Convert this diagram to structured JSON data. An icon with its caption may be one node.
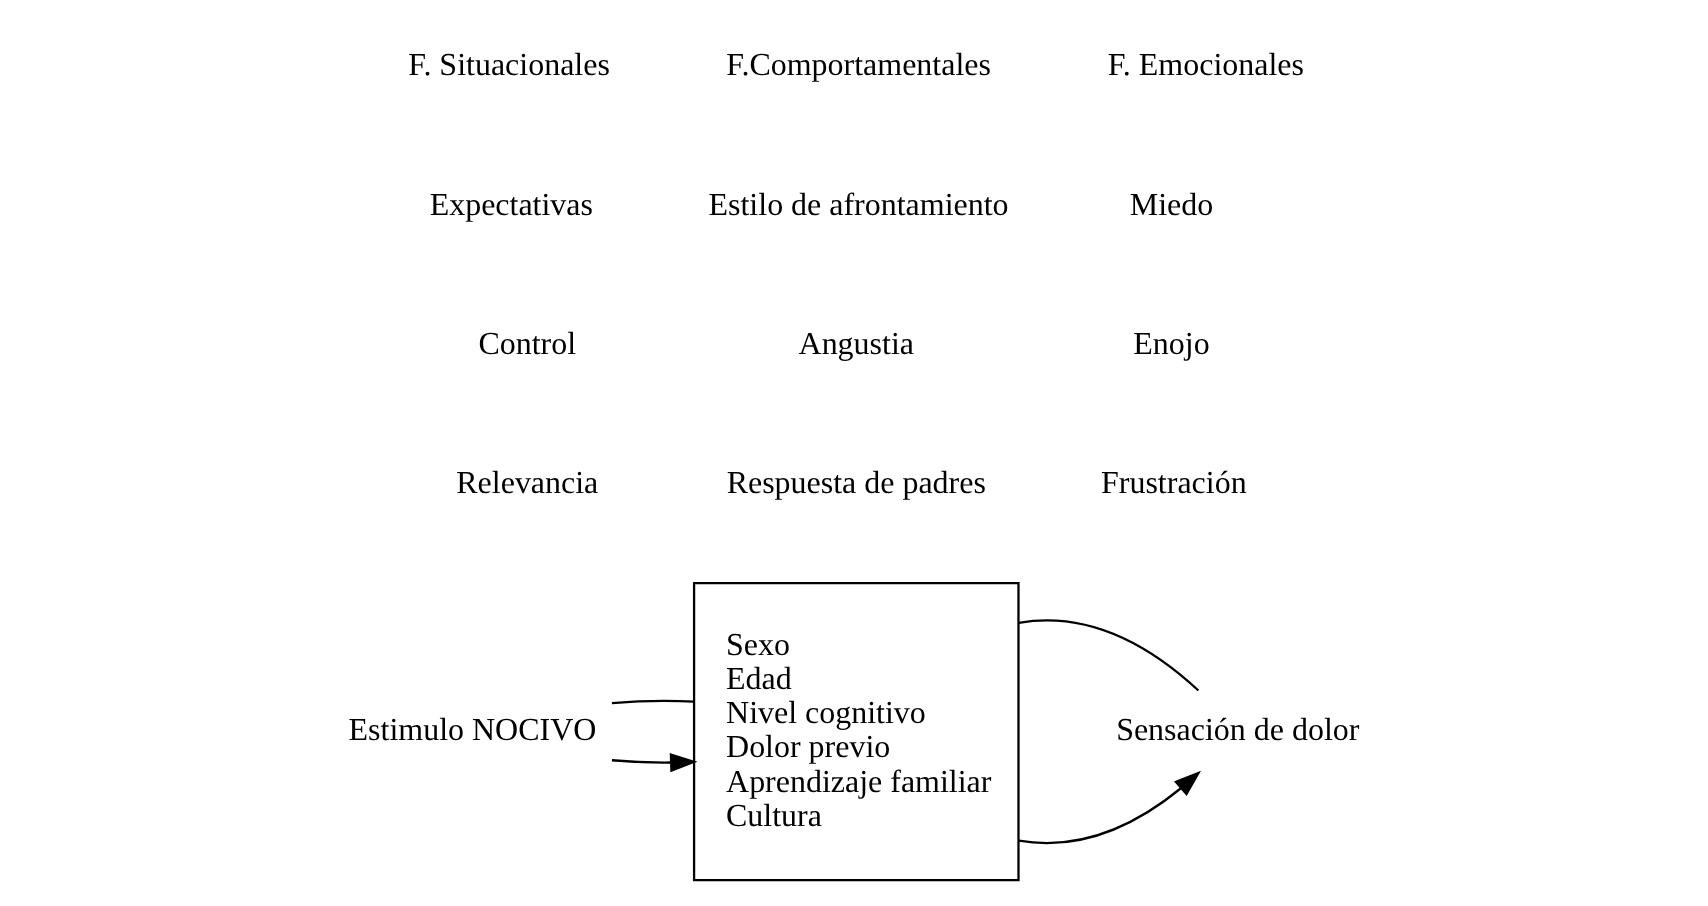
{
  "diagram": {
    "nodes": [
      {
        "text": [
          "Estimulo NOCIVO"
        ]
      },
      {
        "text": [
          "Sexo",
          "Edad",
          "Nivel cognitivo",
          "Dolor previo",
          "Aprendizaje familiar",
          "Cultura"
        ]
      },
      {
        "text": [
          "Sensación de dolor"
        ]
      }
    ],
    "edges": [
      {
        "from": 0,
        "to": 1,
        "arrow": "to"
      },
      {
        "from": 1,
        "to": 2,
        "arrow": "to"
      },
      {
        "from": 0,
        "to": 1,
        "arrow": "none"
      },
      {
        "from": 1,
        "to": 2,
        "arrow": "none"
      }
    ],
    "labels": [
      "F. Situacionales",
      "F.Comportamentales",
      "F. Emocionales",
      "Expectativas",
      "Estilo de afrontamiento",
      "Miedo",
      "Control",
      "Angustia",
      "Enojo",
      "Relevancia",
      "Respuesta de padres",
      "Frustración"
    ]
  }
}
